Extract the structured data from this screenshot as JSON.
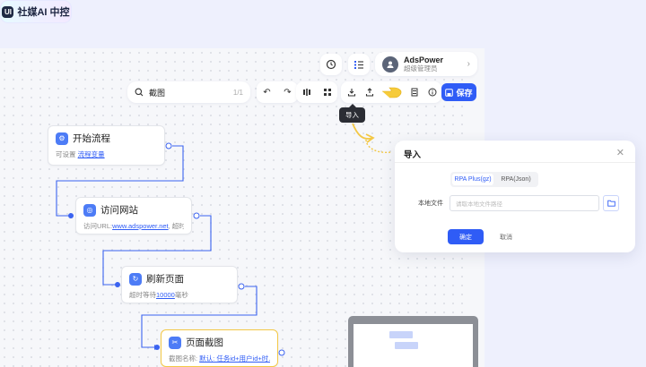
{
  "header": {
    "ai_label": "社媒AI 中控",
    "ai_logo": "UI",
    "user_name": "AdsPower",
    "user_role": "超级管理员"
  },
  "toolbar": {
    "search_value": "截图",
    "search_count": "1/1",
    "save_label": "保存",
    "tooltip": "导入",
    "icons": [
      "undo-icon",
      "redo-icon",
      "align-icon",
      "layout-icon",
      "import-icon",
      "export-icon",
      "film-icon",
      "info-icon"
    ]
  },
  "nodes": [
    {
      "title": "开始流程",
      "sub_prefix": "可设置",
      "sub_link": "流程变量",
      "sub_suffix": ""
    },
    {
      "title": "访问网站",
      "sub_prefix": "访问URL:",
      "sub_link": "www.adspower.net",
      "sub_suffix": ", 超时..."
    },
    {
      "title": "刷新页面",
      "sub_prefix": "超时等待",
      "sub_link": "10000",
      "sub_suffix": "毫秒"
    },
    {
      "title": "页面截图",
      "sub_prefix": "截图名称: ",
      "sub_link": "默认: 任务id+用户id+时...",
      "sub_suffix": ""
    }
  ],
  "dialog": {
    "title": "导入",
    "tab_active": "RPA Plus(gz)",
    "tab_other": "RPA(Json)",
    "file_label": "本地文件",
    "file_placeholder": "请取本地文件路径",
    "ok_label": "确定",
    "cancel_label": "取消"
  },
  "colors": {
    "accent": "#2f5cf6",
    "selected_border": "#f3c846",
    "tooltip_bg": "#2b2d34"
  }
}
